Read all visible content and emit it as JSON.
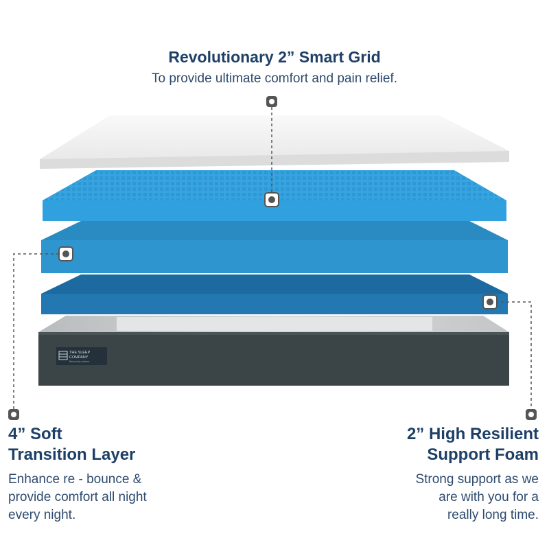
{
  "headline": {
    "title": "Revolutionary 2” Smart Grid",
    "subtitle": "To provide ultimate comfort and pain relief."
  },
  "left_callout": {
    "title_lines": [
      "4” Soft",
      "Transition Layer"
    ],
    "desc_lines": [
      "Enhance re - bounce &",
      "provide comfort all night",
      "every night."
    ]
  },
  "right_callout": {
    "title_lines": [
      "2” High Resilient",
      "Support Foam"
    ],
    "desc_lines": [
      "Strong support as we",
      "are with you for a",
      "really long time."
    ]
  },
  "brand": {
    "name_line1": "THE SLEEP",
    "name_line2": "COMPANY",
    "tagline": "Backed by science"
  },
  "colors": {
    "heading": "#1e3f66",
    "body_text": "#2d4a6e",
    "top_cover": "#f1f1f1",
    "smart_grid": "#35a4e0",
    "transition_layer": "#2b8fc8",
    "support_foam": "#1d6fa7",
    "base_fabric": "#3b4548",
    "marker": "#555555"
  },
  "icons": [
    "layer-marker-icon",
    "brand-logo-icon"
  ]
}
